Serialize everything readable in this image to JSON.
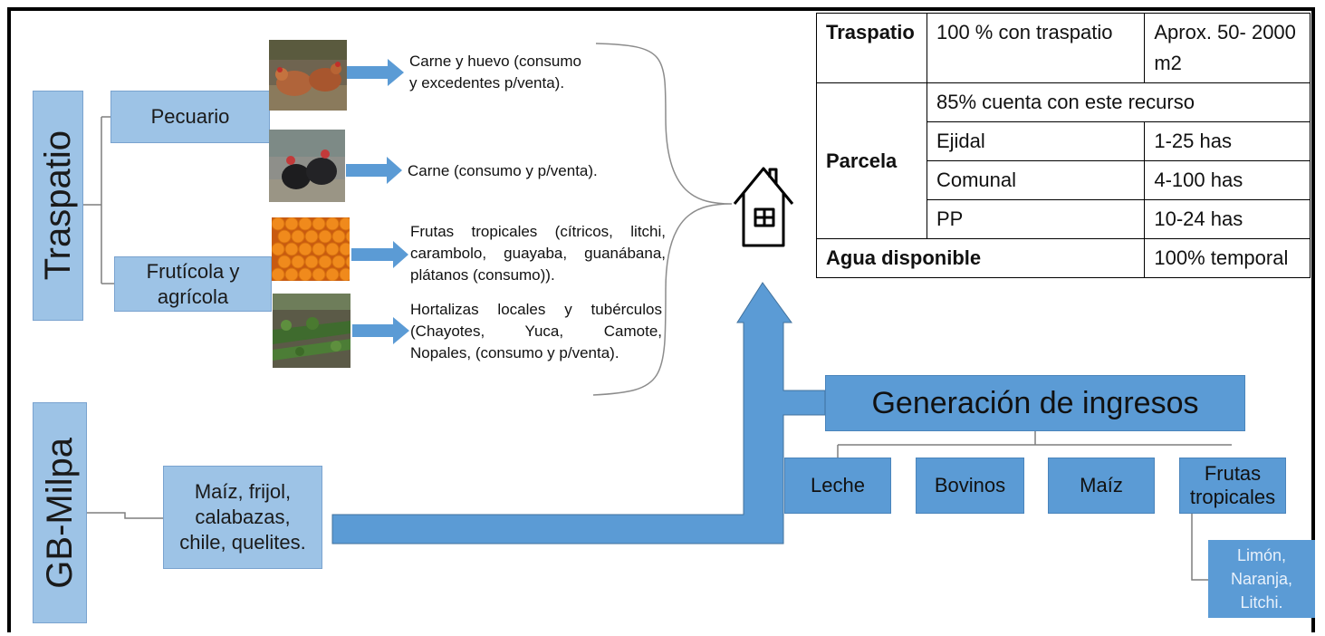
{
  "traspatio_label": "Traspatio",
  "milpa_label": "GB-Milpa",
  "pecuario_label": "Pecuario",
  "fruticola_label": "Frutícola y agrícola",
  "milpa_crops": "Maíz, frijol, calabazas, chile, quelites.",
  "products": [
    {
      "lines": [
        "Carne y huevo (consumo",
        "y excedentes p/venta)."
      ]
    },
    {
      "lines": [
        "Carne (consumo y p/venta)."
      ]
    },
    {
      "lines": [
        "Frutas tropicales (cítricos, litchi,",
        "carambolo, guayaba, guanábana,",
        "plátanos (consumo))."
      ]
    },
    {
      "lines": [
        "Hortalizas locales y tubérculos",
        "(Chayotes, Yuca, Camote,",
        "Nopales, (consumo y p/venta)."
      ]
    }
  ],
  "table": {
    "traspatio": {
      "label": "Traspatio",
      "value": "100 % con traspatio",
      "area": "Aprox. 50- 2000 m2"
    },
    "parcela": {
      "label": "Parcela",
      "note": "85% cuenta con este recurso",
      "rows": [
        {
          "type": "Ejidal",
          "size": "1-25 has"
        },
        {
          "type": "Comunal",
          "size": "4-100 has"
        },
        {
          "type": "PP",
          "size": "10-24 has"
        }
      ]
    },
    "agua": {
      "label": "Agua disponible",
      "value": "100% temporal"
    }
  },
  "ingresos": {
    "title": "Generación de ingresos",
    "items": [
      "Leche",
      "Bovinos",
      "Maíz",
      "Frutas tropicales"
    ],
    "frutas_detail": "Limón, Naranja, Litchi."
  },
  "icons": [
    "chickens-photo",
    "turkeys-photo",
    "oranges-photo",
    "vegetable-garden-photo",
    "house-icon"
  ],
  "colors": {
    "light_box": "#9dc3e6",
    "mid_box": "#5b9bd5",
    "arrow": "#5b9bd5"
  }
}
